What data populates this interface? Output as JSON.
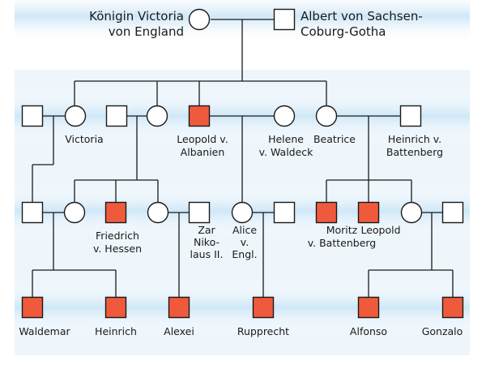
{
  "colors": {
    "affected": "#f05a3c",
    "unaffected": "#ffffff",
    "band": "#d6ebf8",
    "panel": "#eef6fc"
  },
  "people": {
    "victoria_queen": {
      "label": [
        "Königin Victoria",
        "von England"
      ],
      "sex": "female",
      "affected": false
    },
    "albert": {
      "label": [
        "Albert von Sachsen-",
        "Coburg-Gotha"
      ],
      "sex": "male",
      "affected": false
    },
    "victoria_spouse": {
      "label": [],
      "sex": "male",
      "affected": false
    },
    "victoria": {
      "label": [
        "Victoria"
      ],
      "sex": "female",
      "affected": false
    },
    "alice_spouse": {
      "label": [],
      "sex": "male",
      "affected": false
    },
    "alice": {
      "label": [],
      "sex": "female",
      "affected": false
    },
    "leopold": {
      "label": [
        "Leopold v.",
        "Albanien"
      ],
      "sex": "male",
      "affected": true
    },
    "helene": {
      "label": [
        "Helene",
        "v. Waldeck"
      ],
      "sex": "female",
      "affected": false
    },
    "beatrice": {
      "label": [
        "Beatrice"
      ],
      "sex": "female",
      "affected": false
    },
    "heinrich_b": {
      "label": [
        "Heinrich v.",
        "Battenberg"
      ],
      "sex": "male",
      "affected": false
    },
    "g3_m1": {
      "label": [],
      "sex": "male",
      "affected": false
    },
    "g3_f1": {
      "label": [],
      "sex": "female",
      "affected": false
    },
    "friedrich": {
      "label": [
        "Friedrich",
        "v. Hessen"
      ],
      "sex": "male",
      "affected": true
    },
    "g3_f2": {
      "label": [],
      "sex": "female",
      "affected": false
    },
    "zar": {
      "label": [
        "Zar",
        "Niko-",
        "laus II."
      ],
      "sex": "male",
      "affected": false
    },
    "alice_engl": {
      "label": [
        "Alice",
        "v.",
        "Engl."
      ],
      "sex": "female",
      "affected": false
    },
    "g3_m2": {
      "label": [],
      "sex": "male",
      "affected": false
    },
    "moritz": {
      "label": [
        "Moritz",
        "v. Battenberg"
      ],
      "sex": "male",
      "affected": true
    },
    "leopold2": {
      "label": [
        "Leopold"
      ],
      "sex": "male",
      "affected": true
    },
    "g3_f3": {
      "label": [],
      "sex": "female",
      "affected": false
    },
    "g3_m3": {
      "label": [],
      "sex": "male",
      "affected": false
    },
    "waldemar": {
      "label": [
        "Waldemar"
      ],
      "sex": "male",
      "affected": true
    },
    "heinrich": {
      "label": [
        "Heinrich"
      ],
      "sex": "male",
      "affected": true
    },
    "alexei": {
      "label": [
        "Alexei"
      ],
      "sex": "male",
      "affected": true
    },
    "rupprecht": {
      "label": [
        "Rupprecht"
      ],
      "sex": "male",
      "affected": true
    },
    "alfonso": {
      "label": [
        "Alfonso"
      ],
      "sex": "male",
      "affected": true
    },
    "gonzalo": {
      "label": [
        "Gonzalo"
      ],
      "sex": "male",
      "affected": true
    }
  }
}
